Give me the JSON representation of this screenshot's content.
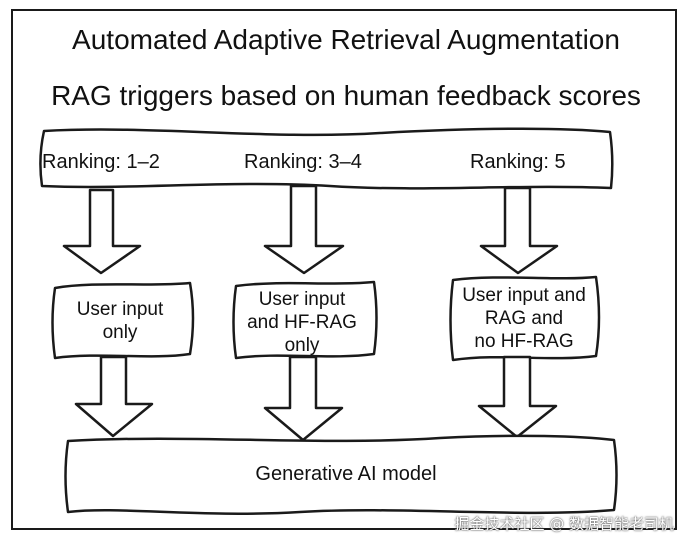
{
  "title": "Automated Adaptive Retrieval Augmentation",
  "subtitle": "RAG triggers based on human feedback scores",
  "rankings": [
    "Ranking: 1–2",
    "Ranking: 3–4",
    "Ranking: 5"
  ],
  "boxes": [
    {
      "line1": "User input",
      "line2": "only",
      "line3": ""
    },
    {
      "line1": "User input",
      "line2": "and HF-RAG",
      "line3": "only"
    },
    {
      "line1": "User input and",
      "line2": "RAG and",
      "line3": "no HF-RAG"
    }
  ],
  "model_label": "Generative AI model",
  "watermark": "掘金技术社区 @ 数据智能老司机",
  "colors": {
    "stroke": "#1a1a1a",
    "text": "#111111",
    "background": "#ffffff"
  }
}
